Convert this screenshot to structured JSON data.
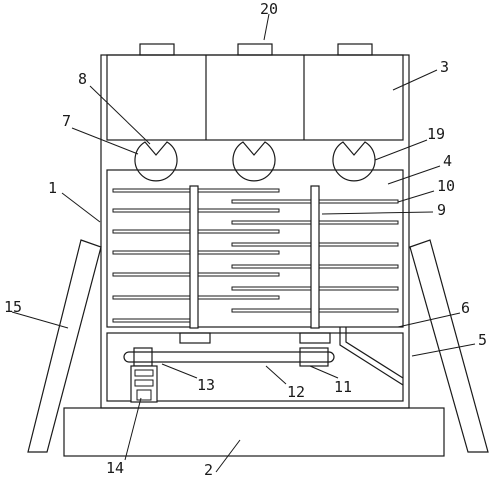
{
  "labels": {
    "l1": "1",
    "l2": "2",
    "l3": "3",
    "l4": "4",
    "l5": "5",
    "l6": "6",
    "l7": "7",
    "l8": "8",
    "l9": "9",
    "l10": "10",
    "l11": "11",
    "l12": "12",
    "l13": "13",
    "l14": "14",
    "l15": "15",
    "l19": "19",
    "l20": "20"
  },
  "colors": {
    "line": "#1a1a1a",
    "background": "#ffffff"
  }
}
